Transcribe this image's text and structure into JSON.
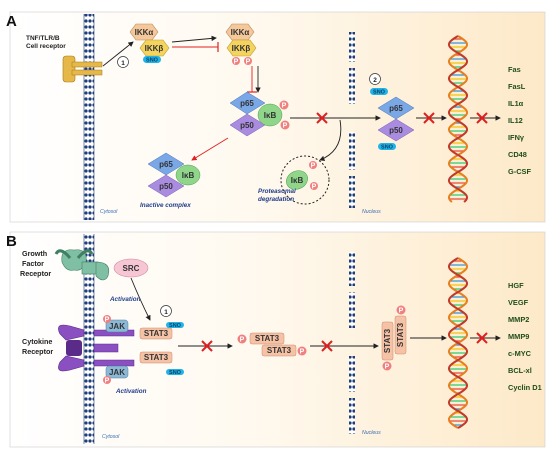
{
  "panel_a": {
    "letter": "A",
    "receptor_label_line1": "TNF/TLR/B",
    "receptor_label_line2": "Cell receptor",
    "step1": "1",
    "step2": "2",
    "ikka": "IKKα",
    "ikkb": "IKKβ",
    "sno": "SNO",
    "p": "P",
    "p65": "p65",
    "p50": "p50",
    "ikb": "IκB",
    "inactive_complex": "Inactive complex",
    "proteasomal_line1": "Proteasomal",
    "proteasomal_line2": "degradation",
    "cytosol": "Cytosol",
    "nucleus": "Nucleus",
    "genes": [
      "Fas",
      "FasL",
      "IL1α",
      "IL12",
      "IFNγ",
      "CD48",
      "G-CSF"
    ]
  },
  "panel_b": {
    "letter": "B",
    "gfr_line1": "Growth",
    "gfr_line2": "Factor",
    "gfr_line3": "Receptor",
    "cyto_line1": "Cytokine",
    "cyto_line2": "Receptor",
    "src": "SRC",
    "activation": "Activation",
    "jak": "JAK",
    "stat3": "STAT3",
    "step1": "1",
    "sno": "SNO",
    "p": "P",
    "cytosol": "Cytosol",
    "nucleus": "Nucleus",
    "genes": [
      "HGF",
      "VEGF",
      "MMP2",
      "MMP9",
      "c-MYC",
      "BCL-xl",
      "Cyclin D1"
    ]
  },
  "colors": {
    "p65": "#7aa7e6",
    "p50": "#a98ce0",
    "ikb": "#8fd68a",
    "ikk": "#f4c89a",
    "ikkb": "#f4d35e",
    "sno": "#1fb3e8",
    "phospho": "#f08080",
    "stat3": "#f6c2a6",
    "jak": "#8cb8d6",
    "membrane": "#1f3d7a",
    "inhibit": "#e02020",
    "gene_text": "#1f4e1a"
  }
}
